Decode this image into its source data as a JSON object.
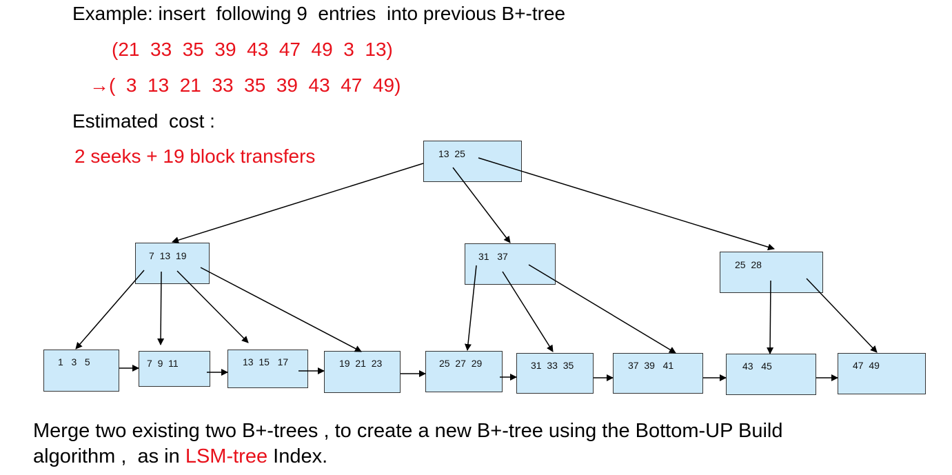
{
  "heading": "Example: insert  following 9  entries  into previous B+-tree",
  "entries": "(21  33  35  39  43  47  49  3  13)",
  "sorted_arrow": "→",
  "sorted": "(  3  13  21  33  35  39  43  47  49)",
  "cost_label": "Estimated  cost :",
  "cost_value": "2 seeks + 19 block transfers",
  "tree": {
    "root": "13  25",
    "internal": [
      "7  13  19",
      "31   37",
      "25  28"
    ],
    "leaves": [
      "1   3   5",
      "7  9  11",
      "13  15   17",
      "19  21  23",
      "25  27  29",
      "31  33  35",
      "37  39   41",
      "43   45",
      "47  49"
    ]
  },
  "footer": {
    "line1": "Merge two existing two B+-trees , to create a new B+-tree using the Bottom-UP Build",
    "line2_a": "algorithm ,  as in ",
    "line2_highlight": "LSM-tree",
    "line2_b": " Index."
  },
  "colors": {
    "red": "#e8111b",
    "node_fill": "#cdeafa"
  }
}
